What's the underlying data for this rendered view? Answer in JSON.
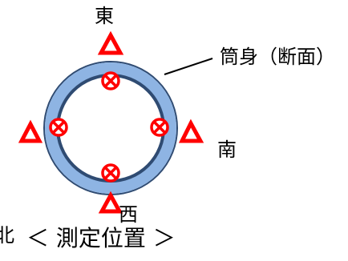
{
  "labels": {
    "east": "東",
    "south": "南",
    "west": "西",
    "north": "北",
    "tube_section": "筒身（断面）",
    "caption": "＜ 測定位置 ＞"
  },
  "markers": {
    "outer_symbol": "triangle",
    "inner_symbol": "circled-x",
    "outer_count": 4,
    "inner_count": 4
  },
  "colors": {
    "ring_fill": "#8eb4e3",
    "ring_stroke": "#2f4b72",
    "marker": "#ff0000",
    "leader_line": "#000000"
  }
}
